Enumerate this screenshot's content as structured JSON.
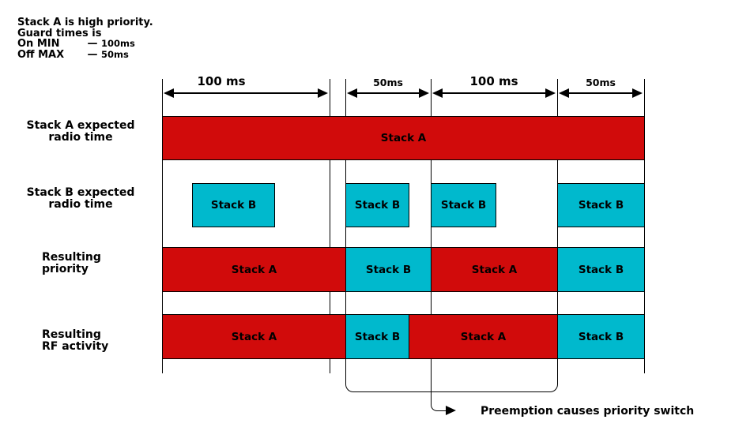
{
  "info": {
    "line1": "Stack A is high priority.",
    "line2": "Guard times is",
    "guards": [
      {
        "label": "On MIN",
        "dash": "—",
        "value": "100ms"
      },
      {
        "label": "Off MAX",
        "dash": "—",
        "value": "50ms"
      }
    ]
  },
  "measurements": [
    {
      "label": "100 ms"
    },
    {
      "label": "50ms"
    },
    {
      "label": "100 ms"
    },
    {
      "label": "50ms"
    }
  ],
  "row_labels": [
    {
      "line1": "Stack A expected",
      "line2": "radio time"
    },
    {
      "line1": "Stack B expected",
      "line2": "radio time"
    },
    {
      "line1": "Resulting",
      "line2": "priority"
    },
    {
      "line1": "Resulting",
      "line2": "RF activity"
    }
  ],
  "blocks": {
    "expected_a": [
      {
        "text": "Stack A"
      }
    ],
    "expected_b": [
      {
        "text": "Stack B"
      },
      {
        "text": "Stack B"
      },
      {
        "text": "Stack B"
      },
      {
        "text": "Stack B"
      }
    ],
    "priority": [
      {
        "text": "Stack A"
      },
      {
        "text": "Stack B"
      },
      {
        "text": "Stack A"
      },
      {
        "text": "Stack B"
      }
    ],
    "rf": [
      {
        "text": "Stack A"
      },
      {
        "text": "Stack B"
      },
      {
        "text": "Stack A"
      },
      {
        "text": "Stack B"
      }
    ]
  },
  "annotation": "Preemption causes priority switch",
  "colors": {
    "stack_a": "#d10b0b",
    "stack_b": "#00b9cd"
  }
}
